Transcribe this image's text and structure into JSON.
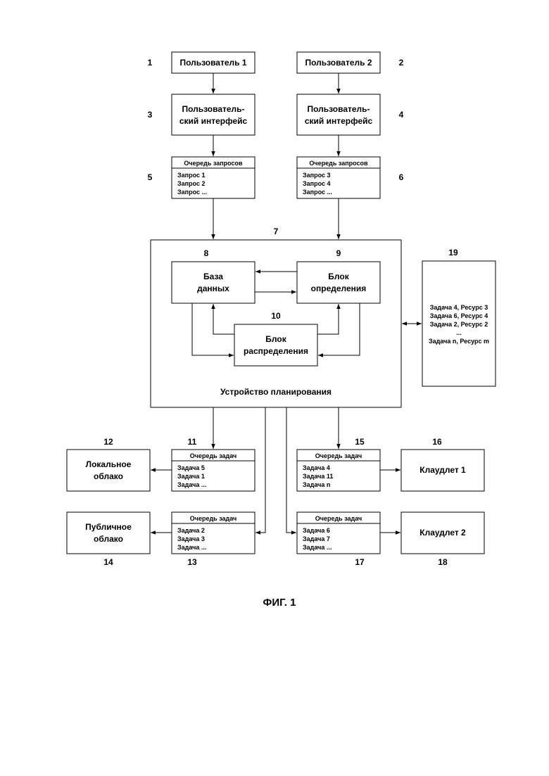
{
  "user1": {
    "number": "1",
    "label": "Пользователь 1"
  },
  "user2": {
    "number": "2",
    "label": "Пользователь 2"
  },
  "ui1": {
    "number": "3",
    "line1": "Пользователь-",
    "line2": "ский интерфейс"
  },
  "ui2": {
    "number": "4",
    "line1": "Пользователь-",
    "line2": "ский интерфейс"
  },
  "rq1": {
    "number": "5",
    "title": "Очередь запросов",
    "items": [
      "Запрос 1",
      "Запрос 2",
      "Запрос ..."
    ]
  },
  "rq2": {
    "number": "6",
    "title": "Очередь запросов",
    "items": [
      "Запрос 3",
      "Запрос 4",
      "Запрос ..."
    ]
  },
  "scheduler": {
    "number": "7",
    "label": "Устройство планирования"
  },
  "database": {
    "number": "8",
    "line1": "База",
    "line2": "данных"
  },
  "determination": {
    "number": "9",
    "line1": "Блок",
    "line2": "определения"
  },
  "distribution": {
    "number": "10",
    "line1": "Блок",
    "line2": "распределения"
  },
  "table19": {
    "number": "19",
    "rows": [
      "Задача 4, Ресурс 3",
      "Задача 6, Ресурс 4",
      "Задача 2, Ресурс 2",
      "...",
      "Задача n, Ресурс m"
    ]
  },
  "tq11": {
    "number": "11",
    "title": "Очередь задач",
    "items": [
      "Задача 5",
      "Задача 1",
      "Задача ..."
    ]
  },
  "tq13": {
    "number": "13",
    "title": "Очередь задач",
    "items": [
      "Задача 2",
      "Задача 3",
      "Задача ..."
    ]
  },
  "tq15": {
    "number": "15",
    "title": "Очередь задач",
    "items": [
      "Задача 4",
      "Задача 11",
      "Задача n"
    ]
  },
  "tq17": {
    "number": "17",
    "title": "Очередь задач",
    "items": [
      "Задача 6",
      "Задача 7",
      "Задача ..."
    ]
  },
  "local_cloud": {
    "number": "12",
    "line1": "Локальное",
    "line2": "облако"
  },
  "public_cloud": {
    "number": "14",
    "line1": "Публичное",
    "line2": "облако"
  },
  "cloudlet1": {
    "number": "16",
    "label": "Клаудлет 1"
  },
  "cloudlet2": {
    "number": "18",
    "label": "Клаудлет 2"
  },
  "caption": "ФИГ. 1"
}
